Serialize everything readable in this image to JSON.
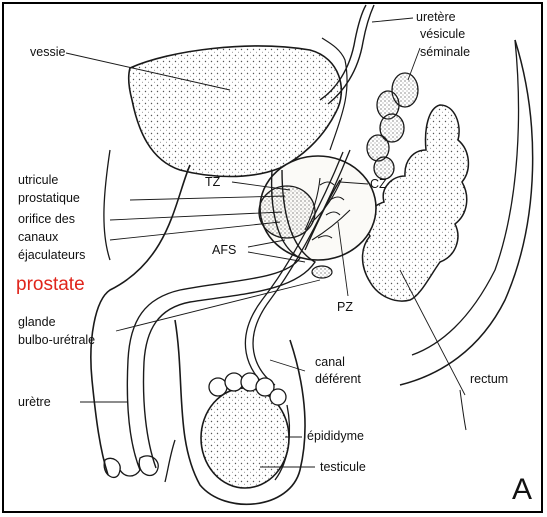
{
  "labels": {
    "vessie": "vessie",
    "uretere": "uretère",
    "vesicule_line1": "vésicule",
    "vesicule_line2": "séminale",
    "utricule_line1": "utricule",
    "utricule_line2": "prostatique",
    "orifice_line1": "orifice des",
    "orifice_line2": "canaux",
    "orifice_line3": "éjaculateurs",
    "prostate": "prostate",
    "glande_line1": "glande",
    "glande_line2": "bulbo-urétrale",
    "uretre": "urètre",
    "tz": "TZ",
    "cz": "CZ",
    "afs": "AFS",
    "pz": "PZ",
    "canal_line1": "canal",
    "canal_line2": "déférent",
    "rectum": "rectum",
    "epididyme": "épididyme",
    "testicule": "testicule",
    "panel": "A"
  },
  "colors": {
    "ink": "#1a1a1a",
    "prostate_label": "#e0251b",
    "fill": "#f4f1ea"
  }
}
